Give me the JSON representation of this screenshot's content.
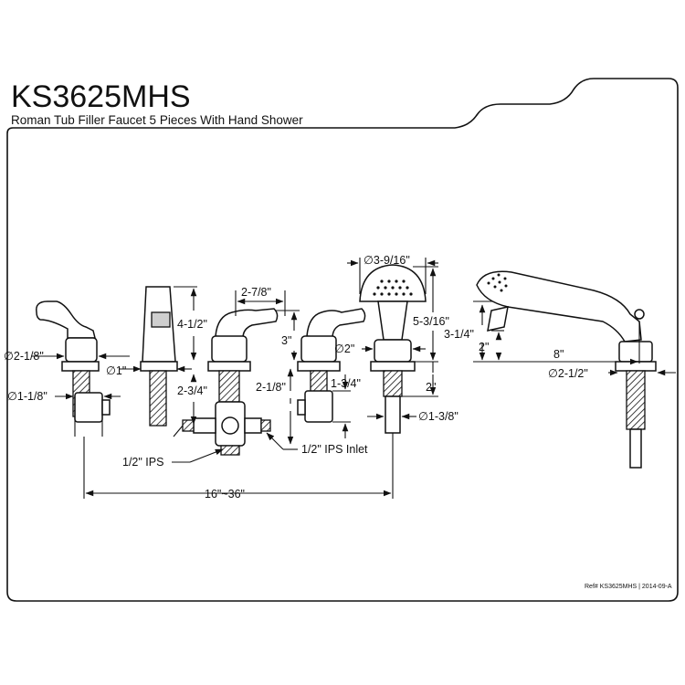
{
  "header": {
    "model": "KS3625MHS",
    "description": "Roman Tub Filler Faucet 5 Pieces With Hand Shower"
  },
  "dimensions": {
    "left_handle_base_dia": "∅2-1/8\"",
    "left_valve_dia": "∅1-1/8\"",
    "spout_dia": "∅1\"",
    "spout_height": "4-1/2\"",
    "shank_length": "2-3/4\"",
    "center_handle_spread": "2-7/8\"",
    "right_handle_height": "3\"",
    "valve_body_height": "2-1/8\"",
    "right_valve_height": "1-3/4\"",
    "shower_head_dia": "∅3-9/16\"",
    "shower_holder_height": "5-3/16\"",
    "holder_base_dia": "∅2\"",
    "holder_shank": "2\"",
    "holder_hole_dia": "∅1-3/8\"",
    "hand_shower_height": "3-1/4\"",
    "hand_shower_grip": "2\"",
    "hand_shower_length": "8\"",
    "hand_shower_base_dia": "∅2-1/2\"",
    "overall_spread": "16\"~36\""
  },
  "labels": {
    "ips_outlet": "1/2\" IPS",
    "ips_inlet": "1/2\" IPS Inlet"
  },
  "footer": {
    "ref": "Ref# KS3625MHS | 2014-09-A"
  }
}
